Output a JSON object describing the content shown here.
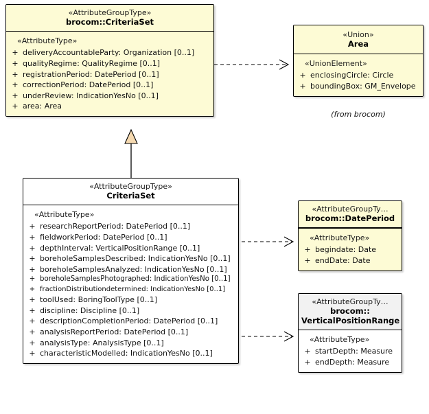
{
  "diagram": {
    "type": "uml-class-diagram",
    "background": "#ffffff",
    "fill_yellow": "#fdfbd5",
    "fill_white": "#ffffff",
    "fill_gray": "#f2f2f2",
    "line_color": "#000000",
    "generalization_fill": "#f5d9b0"
  },
  "classes": {
    "brocom_criteriaset": {
      "stereotype": "«AttributeGroupType»",
      "name": "brocom::CriteriaSet",
      "body_stereotype": "«AttributeType»",
      "attributes": [
        {
          "visibility": "+",
          "text": "deliveryAccountableParty: Organization [0..1]"
        },
        {
          "visibility": "+",
          "text": "qualityRegime: QualityRegime [0..1]"
        },
        {
          "visibility": "+",
          "text": "registrationPeriod: DatePeriod [0..1]"
        },
        {
          "visibility": "+",
          "text": "correctionPeriod: DatePeriod [0..1]"
        },
        {
          "visibility": "+",
          "text": "underReview: IndicationYesNo [0..1]"
        },
        {
          "visibility": "+",
          "text": "area: Area"
        }
      ]
    },
    "area": {
      "stereotype": "«Union»",
      "name": "Area",
      "body_stereotype": "«UnionElement»",
      "attributes": [
        {
          "visibility": "+",
          "text": "enclosingCircle: Circle"
        },
        {
          "visibility": "+",
          "text": "boundingBox: GM_Envelope"
        }
      ],
      "note": "(from brocom)"
    },
    "criteriaset": {
      "stereotype": "«AttributeGroupType»",
      "name": "CriteriaSet",
      "body_stereotype": "«AttributeType»",
      "attributes": [
        {
          "visibility": "+",
          "text": "researchReportPeriod: DatePeriod [0..1]"
        },
        {
          "visibility": "+",
          "text": "fieldworkPeriod: DatePeriod [0..1]"
        },
        {
          "visibility": "+",
          "text": "depthInterval: VerticalPositionRange [0..1]"
        },
        {
          "visibility": "+",
          "text": "boreholeSamplesDescribed: IndicationYesNo [0..1]"
        },
        {
          "visibility": "+",
          "text": "boreholeSamplesAnalyzed: IndicationYesNo [0..1]"
        },
        {
          "visibility": "+",
          "text": "boreholeSamplesPhotographed: IndicationYesNo [0..1]"
        },
        {
          "visibility": "+",
          "text": "fractionDistributiondetermined: IndicationYesNo [0..1]"
        },
        {
          "visibility": "+",
          "text": "toolUsed: BoringToolType [0..1]"
        },
        {
          "visibility": "+",
          "text": "discipline: Discipline [0..1]"
        },
        {
          "visibility": "+",
          "text": "descriptionCompletionPeriod: DatePeriod [0..1]"
        },
        {
          "visibility": "+",
          "text": "analysisReportPeriod: DatePeriod [0..1]"
        },
        {
          "visibility": "+",
          "text": "analysisType: AnalysisType [0..1]"
        },
        {
          "visibility": "+",
          "text": "characteristicModelled: IndicationYesNo [0..1]"
        }
      ]
    },
    "dateperiod": {
      "stereotype": "«AttributeGroupTy…",
      "name": "brocom::DatePeriod",
      "body_stereotype": "«AttributeType»",
      "attributes": [
        {
          "visibility": "+",
          "text": "begindate: Date"
        },
        {
          "visibility": "+",
          "text": "endDate: Date"
        }
      ]
    },
    "verticalpositionrange": {
      "stereotype": "«AttributeGroupTy…",
      "name": "brocom::\nVerticalPositionRange",
      "name_line1": "brocom::",
      "name_line2": "VerticalPositionRange",
      "body_stereotype": "«AttributeType»",
      "attributes": [
        {
          "visibility": "+",
          "text": "startDepth: Measure"
        },
        {
          "visibility": "+",
          "text": "endDepth: Measure"
        }
      ]
    }
  },
  "connectors": [
    {
      "name": "dependency-brocom-criteriaset-to-area",
      "kind": "dependency",
      "style": "dashed-open-arrow"
    },
    {
      "name": "generalization-criteriaset-to-brocom-criteriaset",
      "kind": "generalization",
      "style": "solid-hollow-triangle"
    },
    {
      "name": "dependency-criteriaset-to-dateperiod",
      "kind": "dependency",
      "style": "dashed-open-arrow"
    },
    {
      "name": "dependency-criteriaset-to-verticalpositionrange",
      "kind": "dependency",
      "style": "dashed-open-arrow"
    }
  ]
}
